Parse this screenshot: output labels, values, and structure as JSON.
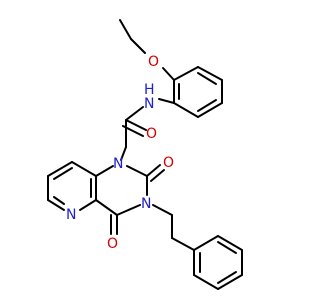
{
  "molecule": {
    "atoms": {
      "ether_o": "O",
      "amide_n": "N",
      "amide_h": "H",
      "amide_o": "O",
      "ring_n1": "N",
      "ring_o2": "O",
      "ring_n3": "N",
      "ring_o4": "O",
      "pyridine_n": "N"
    },
    "colors": {
      "bond": "#000000",
      "oxygen": "#d40000",
      "nitrogen": "#2020d0"
    }
  }
}
